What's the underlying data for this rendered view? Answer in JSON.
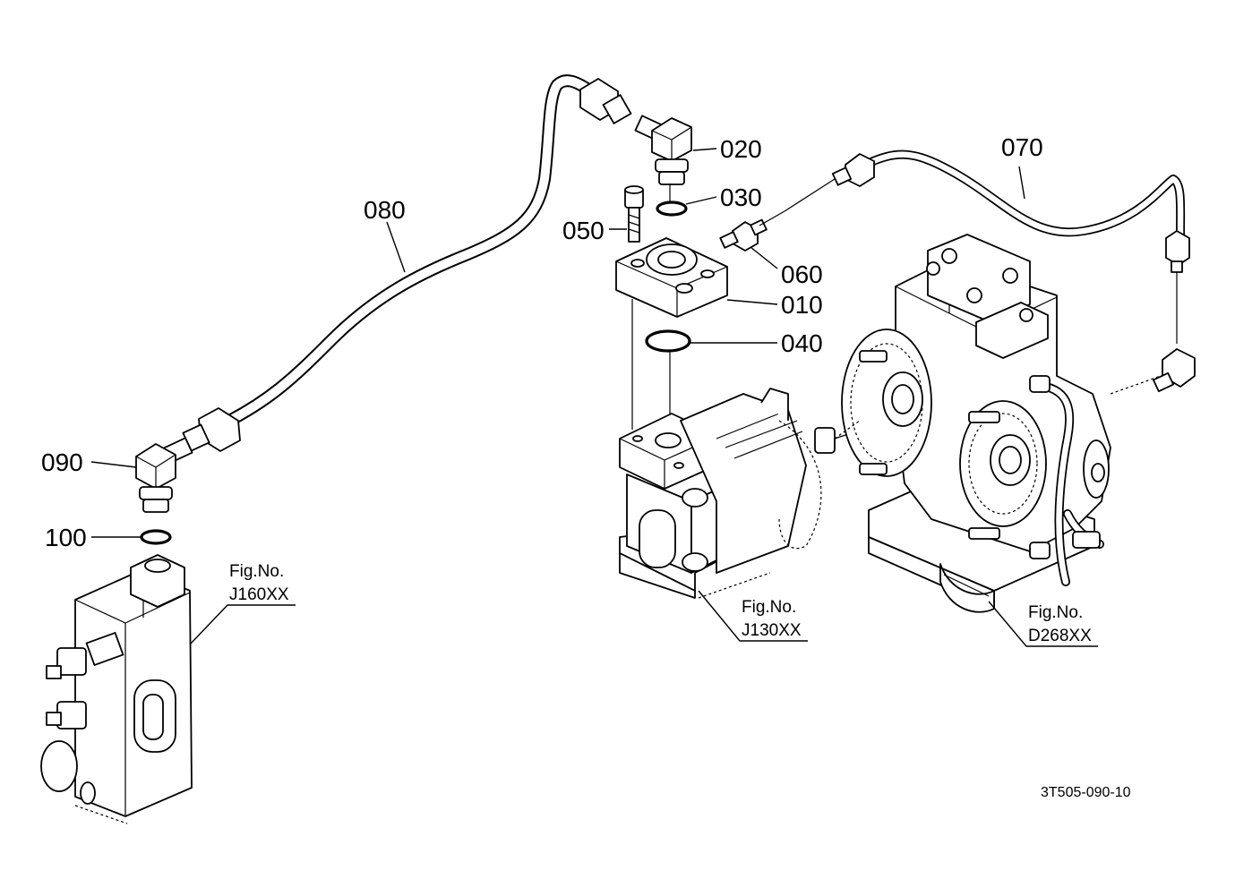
{
  "callouts": {
    "c010": "010",
    "c020": "020",
    "c030": "030",
    "c040": "040",
    "c050": "050",
    "c060": "060",
    "c070": "070",
    "c080": "080",
    "c090": "090",
    "c100": "100"
  },
  "references": {
    "ref1": {
      "prefix": "Fig.No.",
      "code": "J160XX"
    },
    "ref2": {
      "prefix": "Fig.No.",
      "code": "J130XX"
    },
    "ref3": {
      "prefix": "Fig.No.",
      "code": "D268XX"
    }
  },
  "drawing_number": "3T505-090-10",
  "colors": {
    "line": "#000000",
    "background": "#ffffff"
  }
}
